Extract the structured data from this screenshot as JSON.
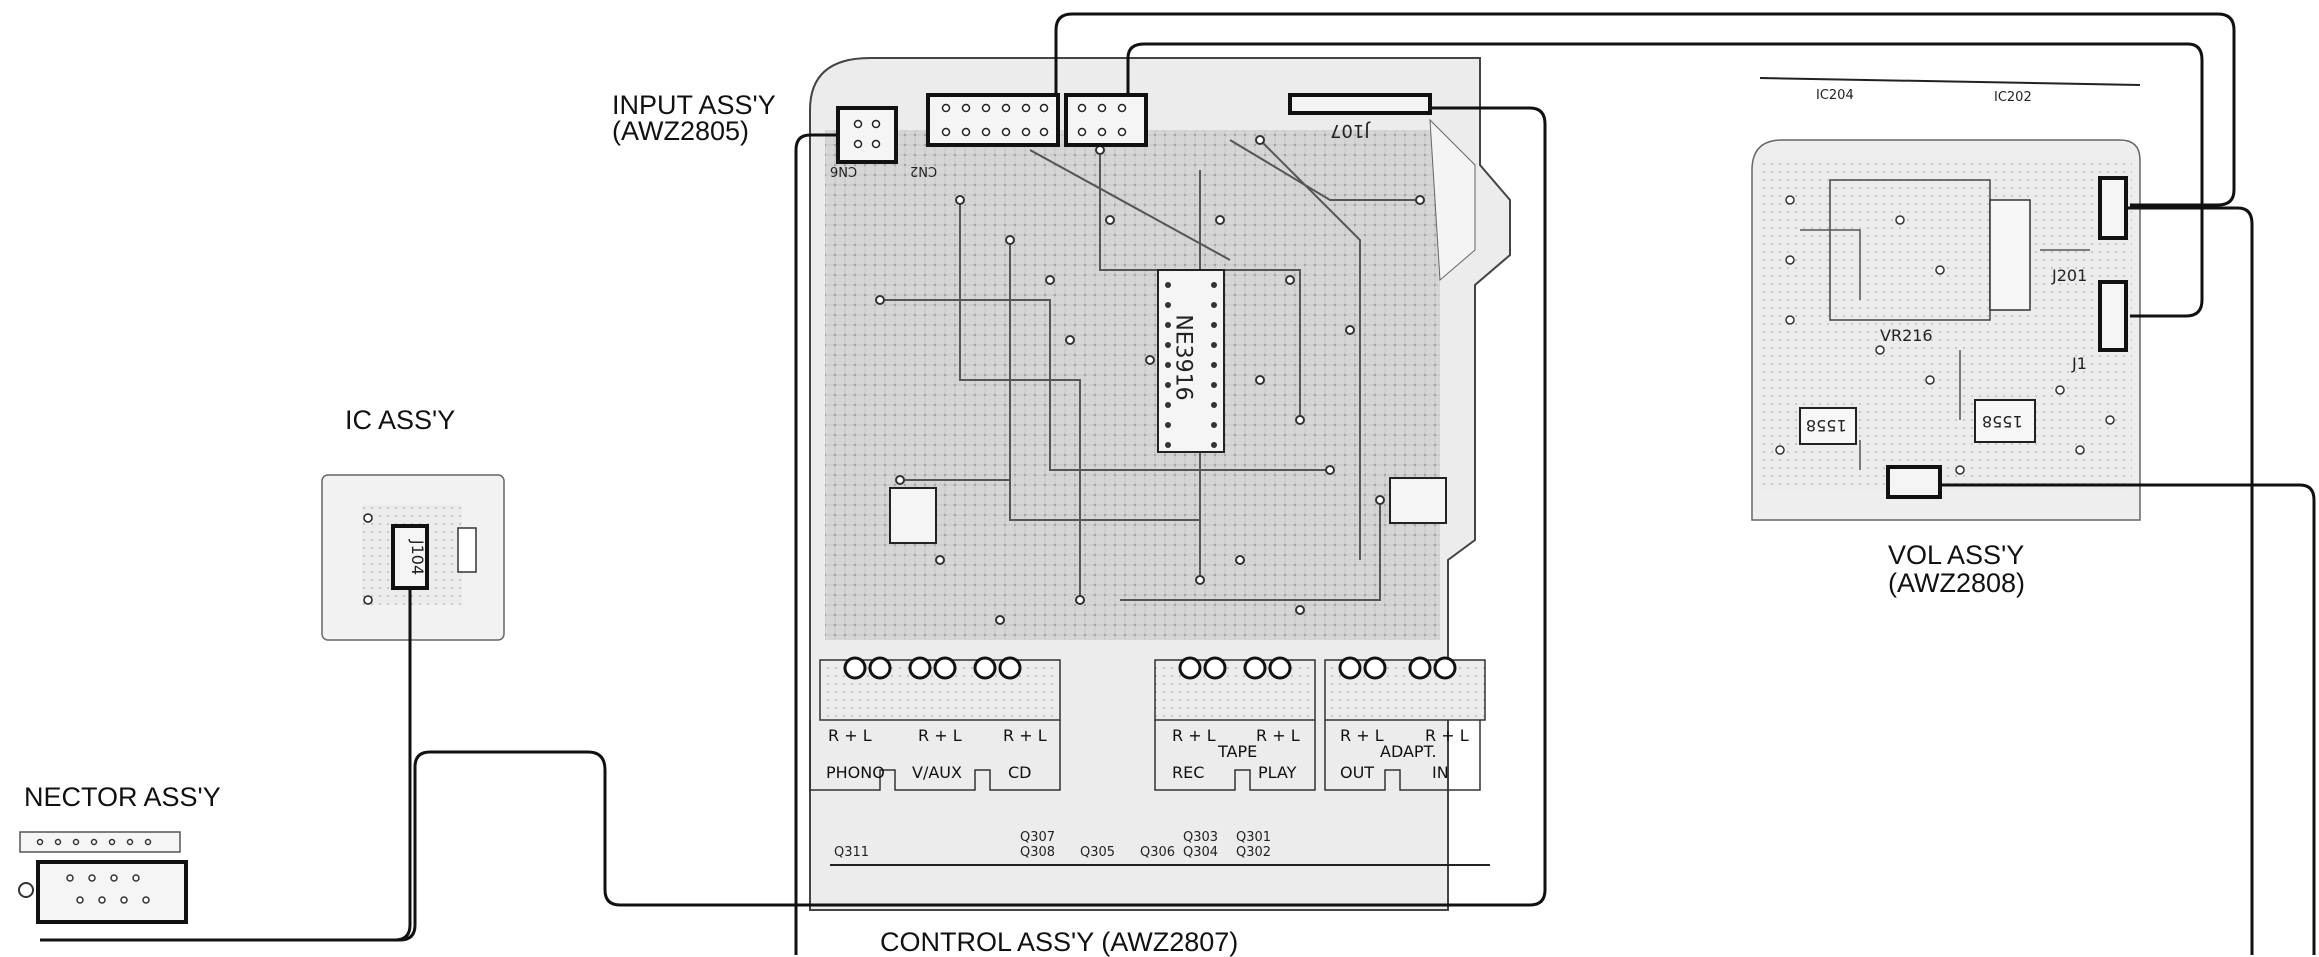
{
  "labels": {
    "input_assy": "INPUT ASS'Y",
    "input_code": "(AWZ2805)",
    "ic_assy": "IC ASS'Y",
    "connector_assy": "NECTOR ASS'Y",
    "vol_assy": "VOL ASS'Y",
    "vol_code": "(AWZ2808)",
    "control_assy": "CONTROL ASS'Y (AWZ2807)"
  },
  "board_marks": {
    "cn6": "CN6",
    "cn2": "CN2",
    "j107": "J107",
    "ic_main": "NE3916",
    "ic_small": "1558",
    "vr216": "VR216",
    "j201": "J201",
    "j1": "J1",
    "j104": "J104",
    "ic204": "IC204",
    "ic202": "IC202"
  },
  "jacks": {
    "rl": "R + L",
    "phono": "PHONO",
    "vaux": "V/AUX",
    "cd": "CD",
    "tape": "TAPE",
    "rec": "REC",
    "play": "PLAY",
    "adapt": "ADAPT.",
    "out": "OUT",
    "in": "IN"
  },
  "transistors": {
    "q311": "Q311",
    "q307": "Q307",
    "q308": "Q308",
    "q305": "Q305",
    "q306": "Q306",
    "q303": "Q303",
    "q304": "Q304",
    "q301": "Q301",
    "q302": "Q302"
  }
}
